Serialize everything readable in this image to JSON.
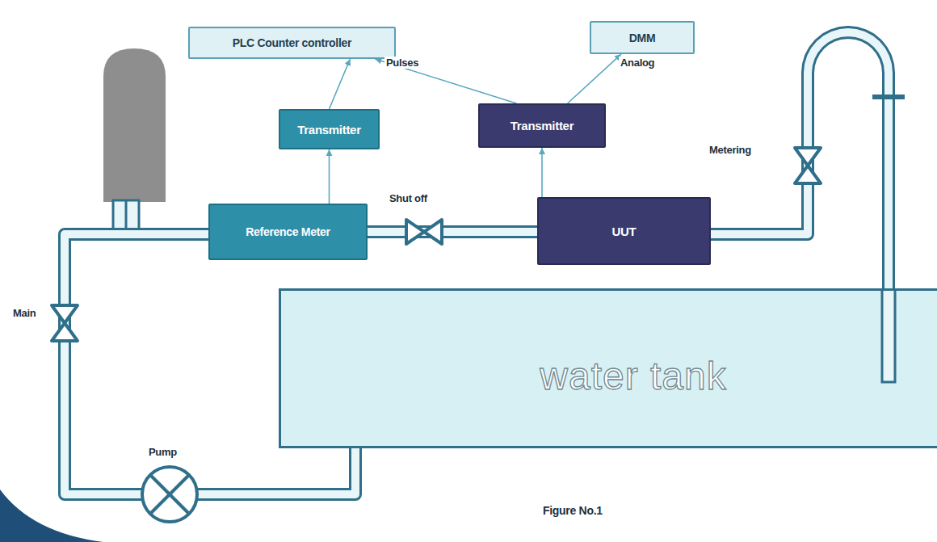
{
  "diagram": {
    "caption": "Figure No.1",
    "nodes": [
      {
        "text": [
          "PLC Counter controller"
        ]
      },
      {
        "text": [
          "DMM"
        ]
      },
      {
        "text": [
          "Transmitter"
        ]
      },
      {
        "text": [
          "Transmitter"
        ]
      },
      {
        "text": [
          "Reference Meter"
        ]
      },
      {
        "text": [
          "UUT"
        ]
      },
      {
        "text": [
          "water tank"
        ]
      }
    ],
    "edges": [
      {
        "from": 4,
        "to": 2,
        "arrow": "to"
      },
      {
        "from": 2,
        "to": 0,
        "arrow": "to"
      },
      {
        "from": 5,
        "to": 3,
        "arrow": "to"
      },
      {
        "from": 3,
        "to": 0,
        "arrow": "to"
      },
      {
        "from": 3,
        "to": 1,
        "arrow": "to"
      },
      {
        "from": 4,
        "to": 5,
        "arrow": "none"
      },
      {
        "from": 5,
        "to": 6,
        "arrow": "none"
      },
      {
        "from": 6,
        "to": 4,
        "arrow": "none"
      }
    ],
    "labels": [
      "Pulses",
      "Analog",
      "Shut off",
      "Metering",
      "Main",
      "Pump"
    ]
  }
}
